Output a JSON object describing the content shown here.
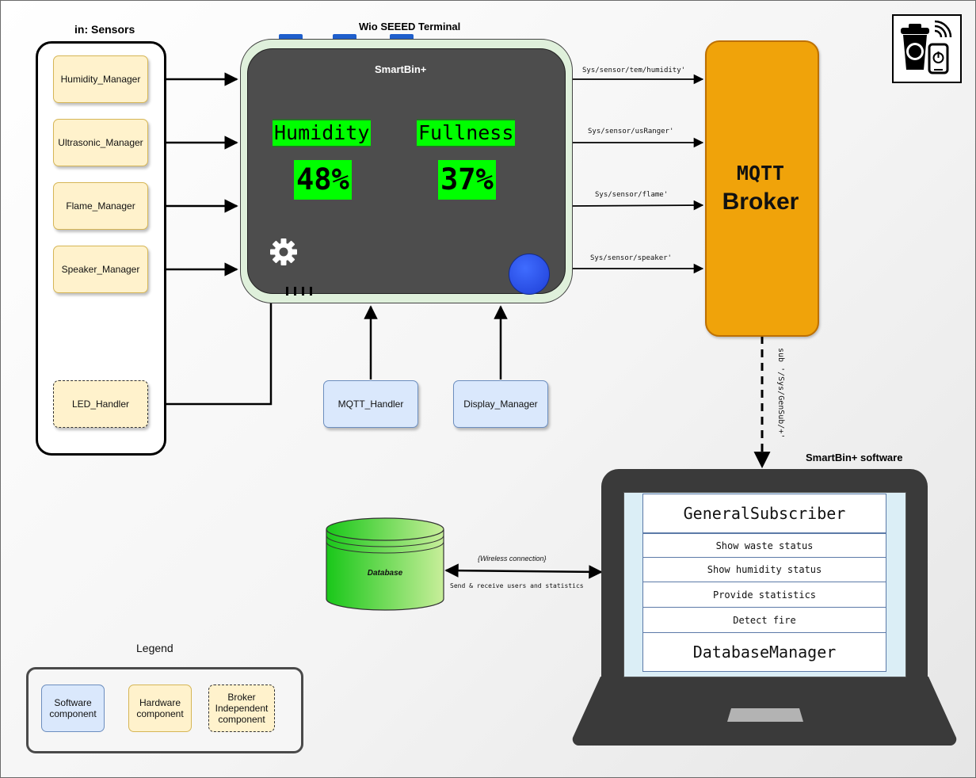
{
  "sensors": {
    "title": "in: Sensors",
    "items": [
      "Humidity_Manager",
      "Ultrasonic_Manager",
      "Flame_Manager",
      "Speaker_Manager"
    ],
    "led": "LED_Handler"
  },
  "terminal": {
    "title": "Wio SEEED Terminal",
    "screen_title": "SmartBin+",
    "humidity_label": "Humidity",
    "humidity_value": "48%",
    "fullness_label": "Fullness",
    "fullness_value": "37%",
    "icons": [
      "gear-icon",
      "vent-slots-icon",
      "round-button-icon"
    ]
  },
  "handlers": {
    "mqtt": "MQTT_Handler",
    "display": "Display_Manager"
  },
  "topics": [
    "Sys/sensor/tem/humidity'",
    "Sys/sensor/usRanger'",
    "Sys/sensor/flame'",
    "Sys/sensor/speaker'"
  ],
  "broker": {
    "line1": "MQTT",
    "line2": "Broker"
  },
  "subscription": "sub '/Sys/GenSub/+'",
  "software": {
    "title": "SmartBin+ software",
    "header": "GeneralSubscriber",
    "rows": [
      "Show waste status",
      "Show humidity status",
      "Provide statistics",
      "Detect fire"
    ],
    "footer": "DatabaseManager"
  },
  "database": {
    "label": "Database",
    "link_label": "{Wireless connection}",
    "link_desc": "Send & receive users and statistics"
  },
  "legend": {
    "title": "Legend",
    "software": "Software component",
    "hardware": "Hardware component",
    "broker_independent": "Broker Independent component"
  },
  "logo": {
    "icon": "smart-bin-wireless-icon"
  },
  "colors": {
    "hardware_fill": "#fff2cc",
    "software_fill": "#dae8fc",
    "broker_fill": "#f0a30a",
    "lcd_green": "#00ff00",
    "terminal_shell": "#dff0db"
  }
}
